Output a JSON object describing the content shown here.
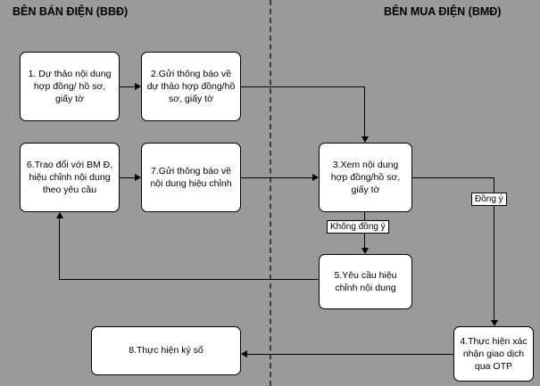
{
  "diagram": {
    "titles": {
      "left": "BÊN BÁN ĐIỆN (BBĐ)",
      "right": "BÊN MUA ĐIỆN (BMĐ)"
    },
    "nodes": [
      {
        "id": "n1",
        "label": "1. Dự thảo nội dung hợp đồng/ hồ sơ, giấy tờ"
      },
      {
        "id": "n2",
        "label": "2.Gửi thông báo về dự thảo hợp đồng/hồ sơ, giấy tờ"
      },
      {
        "id": "n6",
        "label": "6.Trao đổi với BM Đ, hiệu chỉnh nội dung theo yêu cầu"
      },
      {
        "id": "n7",
        "label": "7.Gửi thông báo về nội dung hiệu chỉnh"
      },
      {
        "id": "n3",
        "label": "3.Xem nội dung hợp đồng/hồ sơ, giấy tờ"
      },
      {
        "id": "n5",
        "label": "5.Yêu cầu hiệu chỉnh nội dung"
      },
      {
        "id": "n4",
        "label": "4.Thực hiện xác nhận giao dịch qua OTP"
      },
      {
        "id": "n8",
        "label": "8.Thực hiện ký số"
      }
    ],
    "edge_labels": [
      {
        "id": "agree",
        "label": "Đồng ý"
      },
      {
        "id": "disagree",
        "label": "Không đồng ý"
      }
    ]
  }
}
